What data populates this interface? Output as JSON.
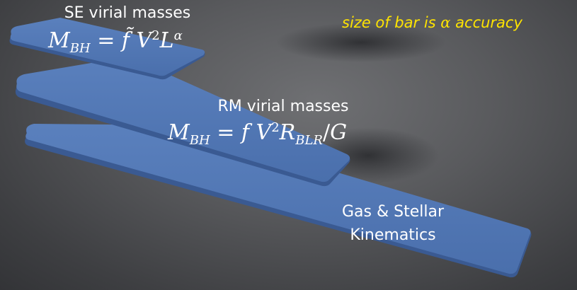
{
  "note": {
    "prefix": "size of bar is",
    "symbol": "α",
    "suffix": "accuracy"
  },
  "tiers": [
    {
      "name": "SE virial masses",
      "formula": "M_BH = f̃ V² L^α"
    },
    {
      "name": "RM virial masses",
      "formula": "M_BH = f V² R_BLR / G"
    },
    {
      "name_line1": "Gas & Stellar",
      "name_line2": "Kinematics"
    }
  ],
  "colors": {
    "bar_top": "#5277b4",
    "bar_side": "#3a5a92",
    "background": "#595a5d",
    "note": "#ffe400"
  }
}
